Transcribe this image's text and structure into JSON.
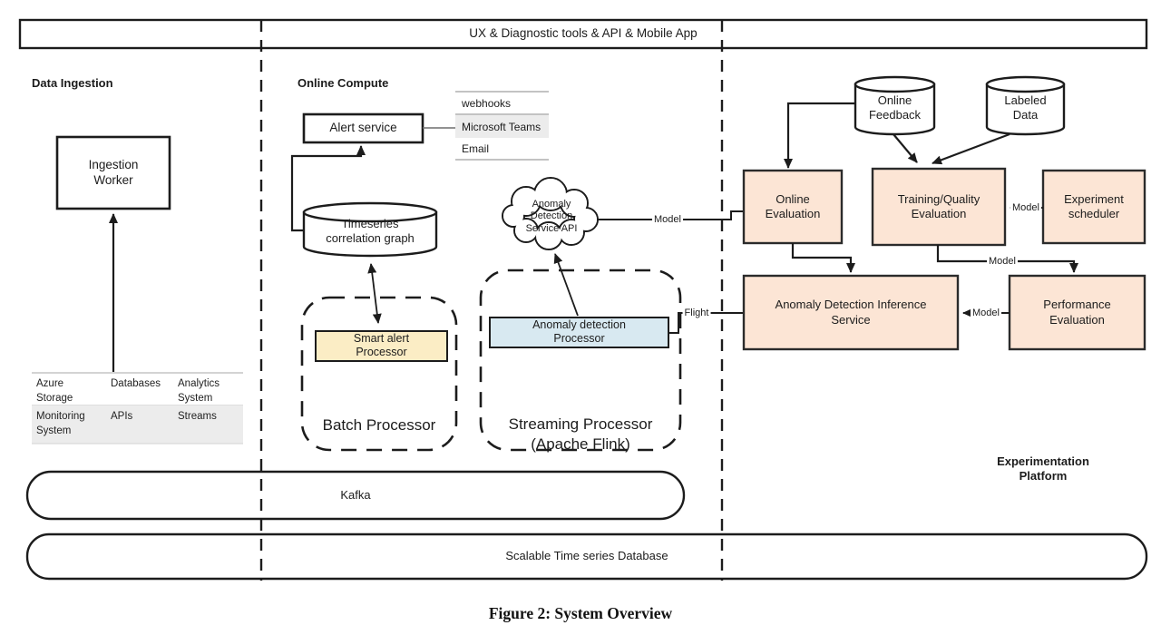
{
  "header": {
    "title": "UX & Diagnostic tools & API & Mobile App"
  },
  "sections": {
    "data_ingestion": "Data Ingestion",
    "online_compute": "Online Compute",
    "experimentation_platform": "Experimentation\nPlatform"
  },
  "nodes": {
    "ingestion_worker": "Ingestion\nWorker",
    "alert_service": "Alert service",
    "timeseries_graph": "Timeseries\ncorrelation graph",
    "smart_alert_processor": "Smart alert\nProcessor",
    "batch_processor": "Batch Processor",
    "anomaly_detection_processor": "Anomaly detection\nProcessor",
    "streaming_processor": "Streaming Processor\n(Apache Flink)",
    "service_api_cloud": "Anomaly\nDetection\nService API",
    "online_feedback": "Online\nFeedback",
    "labeled_data": "Labeled\nData",
    "online_evaluation": "Online\nEvaluation",
    "training_quality_evaluation": "Training/Quality\nEvaluation",
    "experiment_scheduler": "Experiment\nscheduler",
    "inference_service": "Anomaly Detection Inference\nService",
    "performance_evaluation": "Performance\nEvaluation",
    "kafka": "Kafka",
    "scalable_db": "Scalable Time series Database"
  },
  "notification_channels": [
    "webhooks",
    "Microsoft Teams",
    "Email"
  ],
  "source_table": {
    "rows": [
      [
        "Azure\nStorage",
        "Databases",
        "Analytics\nSystem"
      ],
      [
        "Monitoring\nSystem",
        "APIs",
        "Streams"
      ]
    ]
  },
  "edge_labels": {
    "model": "Model",
    "flight": "Flight"
  },
  "caption": "Figure 2: System Overview",
  "colors": {
    "stroke": "#1c1c1c",
    "peach_fill": "#fce5d5",
    "yellow_fill": "#fbedc5",
    "blue_fill": "#d8e9f1",
    "gray_row": "#ececec",
    "light_line": "#b9b9b9"
  }
}
